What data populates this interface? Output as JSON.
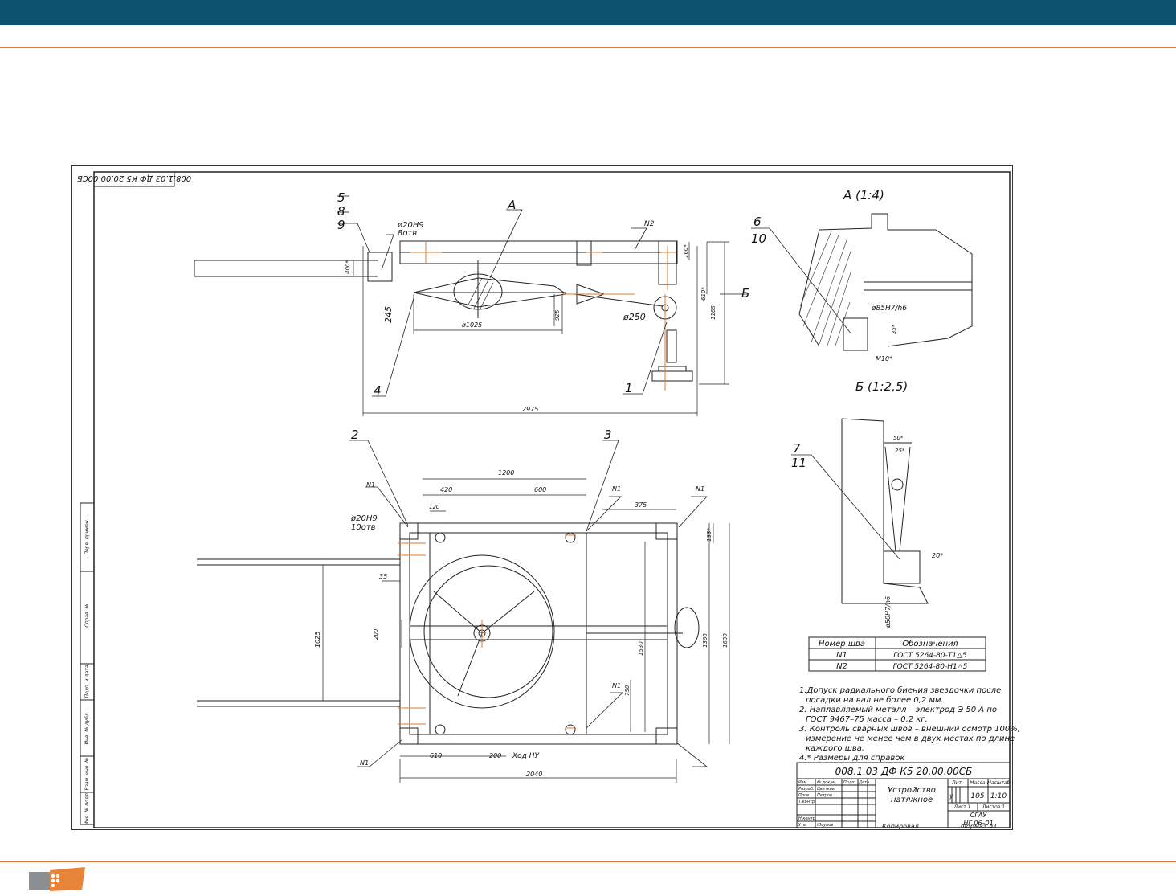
{
  "drawing": {
    "stamp_top_rotated": "008.1.03 ДФ К5 20.00.00СБ",
    "view_a_title": "А (1:4)",
    "view_b_title": "Б (1:2,5)",
    "callouts": [
      "5",
      "8",
      "9",
      "A",
      "N2",
      "6",
      "10",
      "Б",
      "4",
      "1",
      "2",
      "3",
      "N1",
      "N1",
      "N1",
      "N1",
      "N1",
      "7",
      "11"
    ],
    "dimensions": {
      "d20_top": "ø20H9",
      "d20_top_note": "8отв",
      "d1025": "ø1025",
      "d250": "ø250",
      "v245": "245",
      "h2975": "2975",
      "h1200": "1200",
      "h420": "420",
      "h600": "600",
      "h375": "375",
      "h120": "120",
      "h35": "35",
      "v1025": "1025",
      "v200": "200",
      "v1530": "1530",
      "v1360": "1360",
      "v1630": "1630",
      "v750": "750",
      "h610": "610",
      "h200b": "200",
      "stroke": "Ход НУ",
      "h2040": "2040",
      "d20_plan": "ø20H9",
      "d20_plan_note": "10отв",
      "d85": "ø85H7/h6",
      "m10": "M10*",
      "v35": "35*",
      "h50": "50*",
      "h25": "25*",
      "a20": "20*",
      "d50": "ø50H7/h6",
      "v400": "400*",
      "v610": "610*",
      "v1165": "1165",
      "v160": "160*",
      "v133": "133*",
      "v925": "925"
    },
    "weld_table": {
      "headers": [
        "Номер шва",
        "Обозначения"
      ],
      "rows": [
        [
          "N1",
          "ГОСТ 5264-80-Т1△5"
        ],
        [
          "N2",
          "ГОСТ 5264-80-Н1△5"
        ]
      ]
    },
    "notes": [
      "1.Допуск радиального биения звездочки после",
      "посадки на вал не более 0,2 мм.",
      "2. Наплавляемый металл – электрод Э 50 А по",
      "ГОСТ 9467–75 масса – 0,2 кг.",
      "3. Контроль сварных швов – внешний осмотр 100%,",
      "измерение не менее чем в двух местах по длине",
      "каждого шва.",
      "4.* Размеры для справок"
    ],
    "title_block": {
      "doc_number": "008.1.03 ДФ К5 20.00.00СБ",
      "name": [
        "Устройство",
        "натяжное"
      ],
      "lit_header": "Лит.",
      "mass_header": "Масса",
      "scale_header": "Масштаб",
      "lit": "у",
      "mass": "105",
      "scale": "1:10",
      "sheet": "Лист  1",
      "sheets": "Листов 1",
      "org": [
        "СГАУ",
        "НГ 06–01"
      ],
      "rows": [
        "Изм.",
        "Лист",
        "№ докум.",
        "Подп.",
        "Дата"
      ],
      "roles": [
        "Разраб.",
        "Пров.",
        "Т.контр.",
        "Н.контр.",
        "Утв."
      ],
      "names": [
        "Цветков",
        "Петров",
        "",
        "",
        "Юсупов"
      ],
      "copied": "Копировал",
      "format": "Формат А1"
    },
    "side_column": [
      "Перв. примен.",
      "Справ. №",
      "Подп. и дата",
      "Инв. № дубл.",
      "Взам. инв. №",
      "Подп. и дата",
      "Инв. № подл."
    ]
  }
}
